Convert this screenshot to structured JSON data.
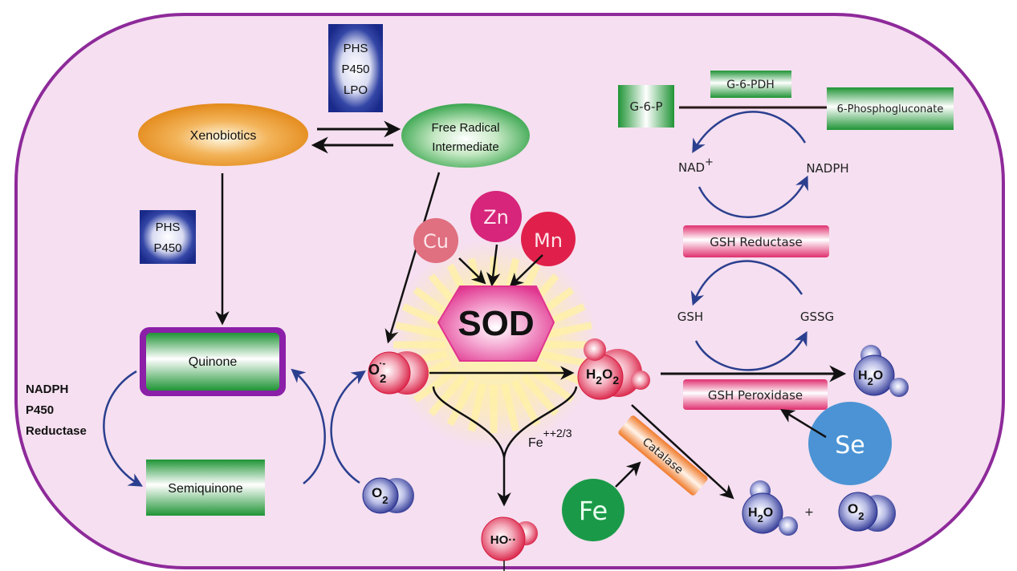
{
  "title": "Xenobiotic free radical generation and antioxidant enzyme pathways",
  "colors": {
    "cell_border": "#8e2a9a",
    "cell_fill": "#f5dff0",
    "enzyme_box_blue": "#1d2f8f",
    "green_box": "#2d9a3a",
    "pink_box": "#e0447a",
    "orange": "#e8891a",
    "blue_arrow": "#2b3f8f",
    "cu": "#e06f7f",
    "zn": "#d6257a",
    "mn": "#e0204a",
    "se": "#4b93d4",
    "fe": "#1a9a48",
    "sod": "#e8409a",
    "catalase": "#f0a060"
  },
  "nodes": {
    "enzymes_top": [
      "PHS",
      "P450",
      "LPO"
    ],
    "enzymes_left": [
      "PHS",
      "P450"
    ],
    "xenobiotics": "Xenobiotics",
    "free_radical": [
      "Free Radical",
      "Intermediate"
    ],
    "quinone": "Quinone",
    "semiquinone": "Semiquinone",
    "reductase": [
      "NADPH",
      "P450",
      "Reductase"
    ],
    "superoxide": {
      "base": "O",
      "sub": "2",
      "sup": "·-"
    },
    "oxygen_left": {
      "base": "O",
      "sub": "2"
    },
    "sod": "SOD",
    "cu": "Cu",
    "zn": "Zn",
    "mn": "Mn",
    "h2o2": {
      "h": "H",
      "sub1": "2",
      "o": "O",
      "sub2": "2"
    },
    "fe_label": {
      "base": "Fe",
      "sup": "++2/3"
    },
    "hydroxyl": "HO··",
    "fe_circle": "Fe",
    "catalase": "Catalase",
    "water_bottom": {
      "h": "H",
      "sub": "2",
      "o": "O"
    },
    "plus": "+",
    "oxygen_bottom": {
      "base": "O",
      "sub": "2"
    },
    "water_right": {
      "h": "H",
      "sub": "2",
      "o": "O"
    },
    "gsh_peroxidase": "GSH Peroxidase",
    "se": "Se",
    "gsh": "GSH",
    "gssg": "GSSG",
    "gsh_reductase": "GSH Reductase",
    "nad": "NAD",
    "nad_sup": "+",
    "nadph": "NADPH",
    "g6p": "G-6-P",
    "g6pdh": "G-6-PDH",
    "phosphogluconate": "6-Phosphogluconate"
  }
}
